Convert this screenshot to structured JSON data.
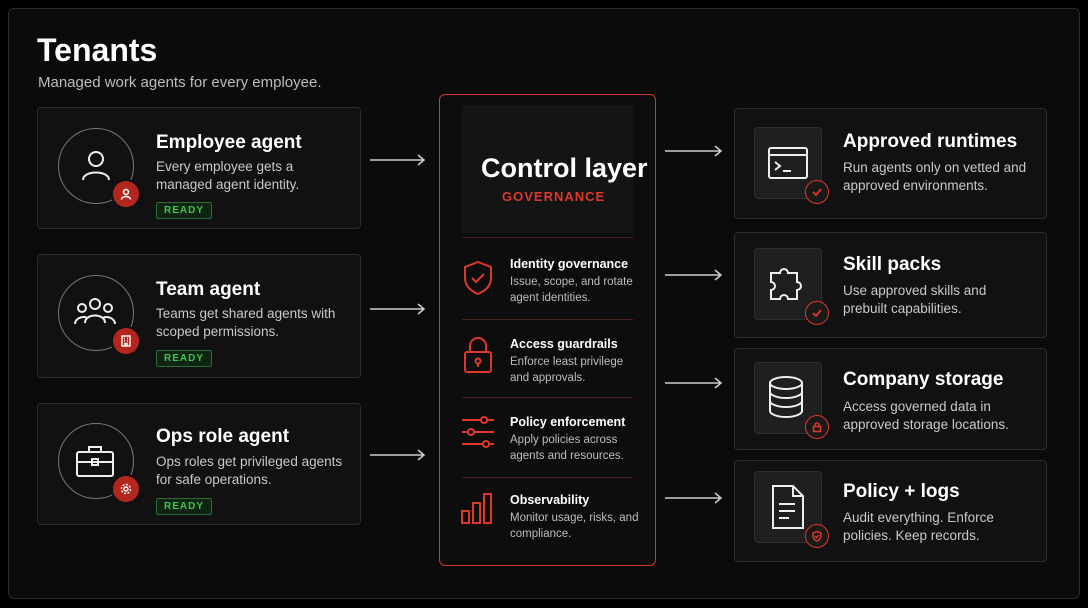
{
  "header": {
    "title": "Tenants",
    "subtitle": "Managed work agents for every employee."
  },
  "tenants": [
    {
      "name": "Employee agent",
      "desc": "Every employee gets a managed agent identity.",
      "status": "READY",
      "icon": "person-icon",
      "badge": "person-badge-icon"
    },
    {
      "name": "Team agent",
      "desc": "Teams get shared agents with scoped permissions.",
      "status": "READY",
      "icon": "group-icon",
      "badge": "building-badge-icon"
    },
    {
      "name": "Ops role agent",
      "desc": "Ops roles get privileged agents for safe operations.",
      "status": "READY",
      "icon": "briefcase-icon",
      "badge": "gear-badge-icon"
    }
  ],
  "control": {
    "title": "Control layer",
    "subtitle": "GOVERNANCE",
    "items": [
      {
        "title": "Identity governance",
        "desc": "Issue, scope, and rotate agent identities.",
        "icon": "shield-check-icon"
      },
      {
        "title": "Access guardrails",
        "desc": "Enforce least privilege and approvals.",
        "icon": "lock-icon"
      },
      {
        "title": "Policy enforcement",
        "desc": "Apply policies across agents and resources.",
        "icon": "sliders-icon"
      },
      {
        "title": "Observability",
        "desc": "Monitor usage, risks, and compliance.",
        "icon": "bar-chart-icon"
      }
    ]
  },
  "resources": [
    {
      "name": "Approved runtimes",
      "desc": "Run agents only on vetted and approved environments.",
      "icon": "terminal-icon"
    },
    {
      "name": "Skill packs",
      "desc": "Use approved skills and prebuilt capabilities.",
      "icon": "puzzle-icon"
    },
    {
      "name": "Company storage",
      "desc": "Access governed data in approved storage locations.",
      "icon": "database-icon"
    },
    {
      "name": "Policy + logs",
      "desc": "Audit everything. Enforce policies. Keep records.",
      "icon": "document-icon"
    }
  ],
  "colors": {
    "accent": "#e0372b",
    "ready": "#3ec54a",
    "background": "#0b0b0b"
  }
}
